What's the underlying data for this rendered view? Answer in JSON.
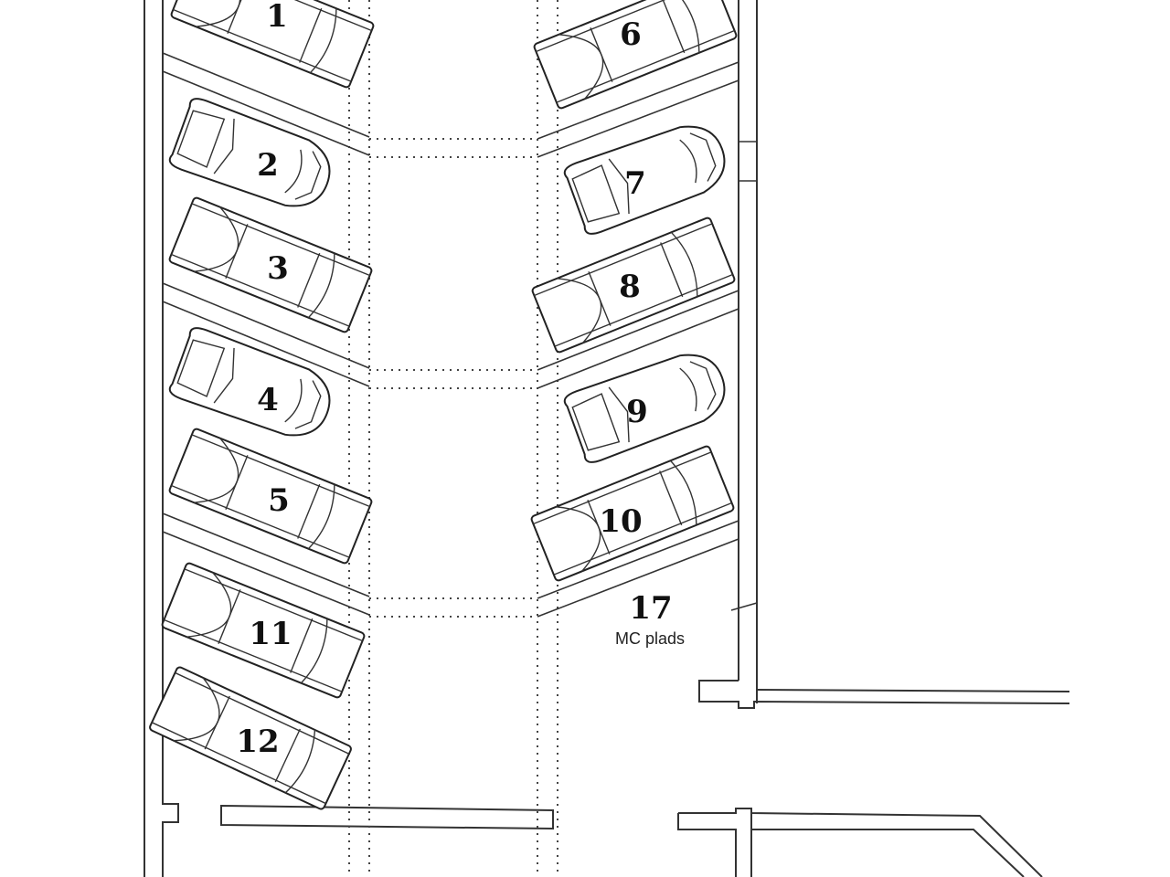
{
  "diagram": {
    "type": "parking-floor-plan",
    "spaces": [
      {
        "id": "1",
        "label": "1",
        "side": "left",
        "car": "sedan"
      },
      {
        "id": "2",
        "label": "2",
        "side": "left",
        "car": "coupe"
      },
      {
        "id": "3",
        "label": "3",
        "side": "left",
        "car": "sedan"
      },
      {
        "id": "4",
        "label": "4",
        "side": "left",
        "car": "coupe"
      },
      {
        "id": "5",
        "label": "5",
        "side": "left",
        "car": "sedan"
      },
      {
        "id": "6",
        "label": "6",
        "side": "right",
        "car": "sedan"
      },
      {
        "id": "7",
        "label": "7",
        "side": "right",
        "car": "coupe"
      },
      {
        "id": "8",
        "label": "8",
        "side": "right",
        "car": "sedan"
      },
      {
        "id": "9",
        "label": "9",
        "side": "right",
        "car": "coupe"
      },
      {
        "id": "10",
        "label": "10",
        "side": "right",
        "car": "sedan"
      },
      {
        "id": "11",
        "label": "11",
        "side": "left",
        "car": "sedan"
      },
      {
        "id": "12",
        "label": "12",
        "side": "left",
        "car": "sedan"
      }
    ],
    "mc_space": {
      "number": "17",
      "label": "MC plads"
    }
  }
}
